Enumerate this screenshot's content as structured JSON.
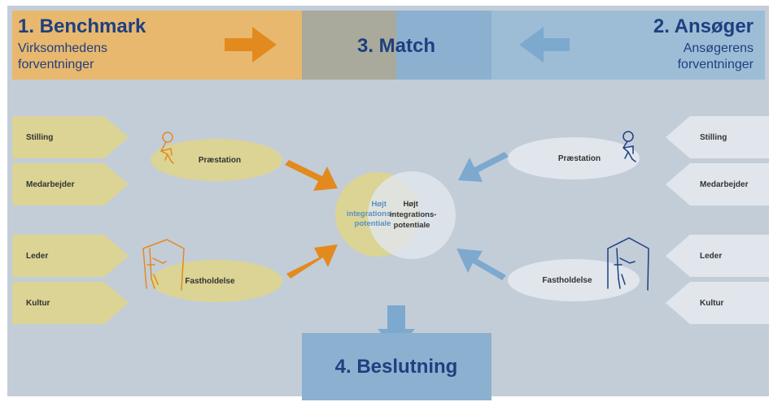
{
  "header": {
    "benchmark": {
      "title": "1. Benchmark",
      "sub1": "Virksomhedens",
      "sub2": "forventninger"
    },
    "match": {
      "title": "3. Match"
    },
    "applicant": {
      "title": "2. Ansøger",
      "sub1": "Ansøgerens",
      "sub2": "forventninger"
    }
  },
  "left_tags": [
    "Stilling",
    "Medarbejder",
    "Leder",
    "Kultur"
  ],
  "right_tags": [
    "Stilling",
    "Medarbejder",
    "Leder",
    "Kultur"
  ],
  "left_ellipses": [
    "Præstation",
    "Fastholdelse"
  ],
  "right_ellipses": [
    "Præstation",
    "Fastholdelse"
  ],
  "center": {
    "left": [
      "Højt",
      "integrations-",
      "potentiale"
    ],
    "right": [
      "Højt",
      "integrations-",
      "potentiale"
    ]
  },
  "decision": {
    "title": "4. Beslutning"
  },
  "colors": {
    "orange": "#e8b86e",
    "orange_arrow": "#e38a1e",
    "blue": "#9dbdd6",
    "blue_strong": "#8cb0cf",
    "blue_arrow": "#7da9cf",
    "bg": "#c3cdd8",
    "yellow": "#dbd494",
    "pale": "#e1e6ed",
    "navy": "#1e3f80"
  }
}
